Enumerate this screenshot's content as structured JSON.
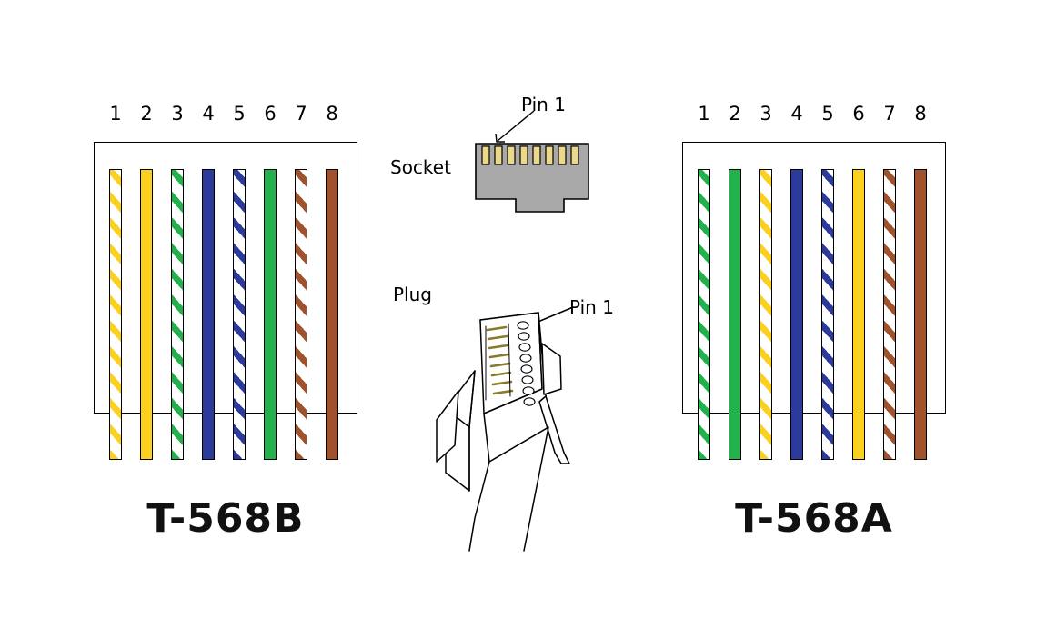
{
  "diagram": {
    "title_left": "T-568B",
    "title_right": "T-568A",
    "pin_numbers": [
      "1",
      "2",
      "3",
      "4",
      "5",
      "6",
      "7",
      "8"
    ],
    "socket_label": "Socket",
    "plug_label": "Plug",
    "pin1_label_socket": "Pin 1",
    "pin1_label_plug": "Pin 1"
  },
  "colors": {
    "orange": "#FBD01E",
    "green": "#22B14C",
    "blue": "#2B3A9B",
    "brown": "#A0522D",
    "white": "#FFFFFF",
    "outline": "#000000",
    "socket_body": "#A8A8A8",
    "socket_pin": "#EBD88A",
    "background": "#FFFFFF"
  },
  "t568b": {
    "standard": "T-568B",
    "wires": [
      {
        "pin": "1",
        "name": "white/orange",
        "base": "#FFFFFF",
        "stripe": "#FBD01E",
        "striped": true
      },
      {
        "pin": "2",
        "name": "orange",
        "base": "#FBD01E",
        "stripe": "#FBD01E",
        "striped": false
      },
      {
        "pin": "3",
        "name": "white/green",
        "base": "#FFFFFF",
        "stripe": "#22B14C",
        "striped": true
      },
      {
        "pin": "4",
        "name": "blue",
        "base": "#2B3A9B",
        "stripe": "#2B3A9B",
        "striped": false
      },
      {
        "pin": "5",
        "name": "white/blue",
        "base": "#FFFFFF",
        "stripe": "#2B3A9B",
        "striped": true
      },
      {
        "pin": "6",
        "name": "green",
        "base": "#22B14C",
        "stripe": "#22B14C",
        "striped": false
      },
      {
        "pin": "7",
        "name": "white/brown",
        "base": "#FFFFFF",
        "stripe": "#A0522D",
        "striped": true
      },
      {
        "pin": "8",
        "name": "brown",
        "base": "#A0522D",
        "stripe": "#A0522D",
        "striped": false
      }
    ]
  },
  "t568a": {
    "standard": "T-568A",
    "wires": [
      {
        "pin": "1",
        "name": "white/green",
        "base": "#FFFFFF",
        "stripe": "#22B14C",
        "striped": true
      },
      {
        "pin": "2",
        "name": "green",
        "base": "#22B14C",
        "stripe": "#22B14C",
        "striped": false
      },
      {
        "pin": "3",
        "name": "white/orange",
        "base": "#FFFFFF",
        "stripe": "#FBD01E",
        "striped": true
      },
      {
        "pin": "4",
        "name": "blue",
        "base": "#2B3A9B",
        "stripe": "#2B3A9B",
        "striped": false
      },
      {
        "pin": "5",
        "name": "white/blue",
        "base": "#FFFFFF",
        "stripe": "#2B3A9B",
        "striped": true
      },
      {
        "pin": "6",
        "name": "orange",
        "base": "#FBD01E",
        "stripe": "#FBD01E",
        "striped": false
      },
      {
        "pin": "7",
        "name": "white/brown",
        "base": "#FFFFFF",
        "stripe": "#A0522D",
        "striped": true
      },
      {
        "pin": "8",
        "name": "brown",
        "base": "#A0522D",
        "stripe": "#A0522D",
        "striped": false
      }
    ]
  },
  "socket": {
    "pin_count": 8,
    "orientation": "front view, tab down"
  },
  "plug": {
    "contact_count": 8,
    "orientation": "3/4 view, clip visible"
  }
}
